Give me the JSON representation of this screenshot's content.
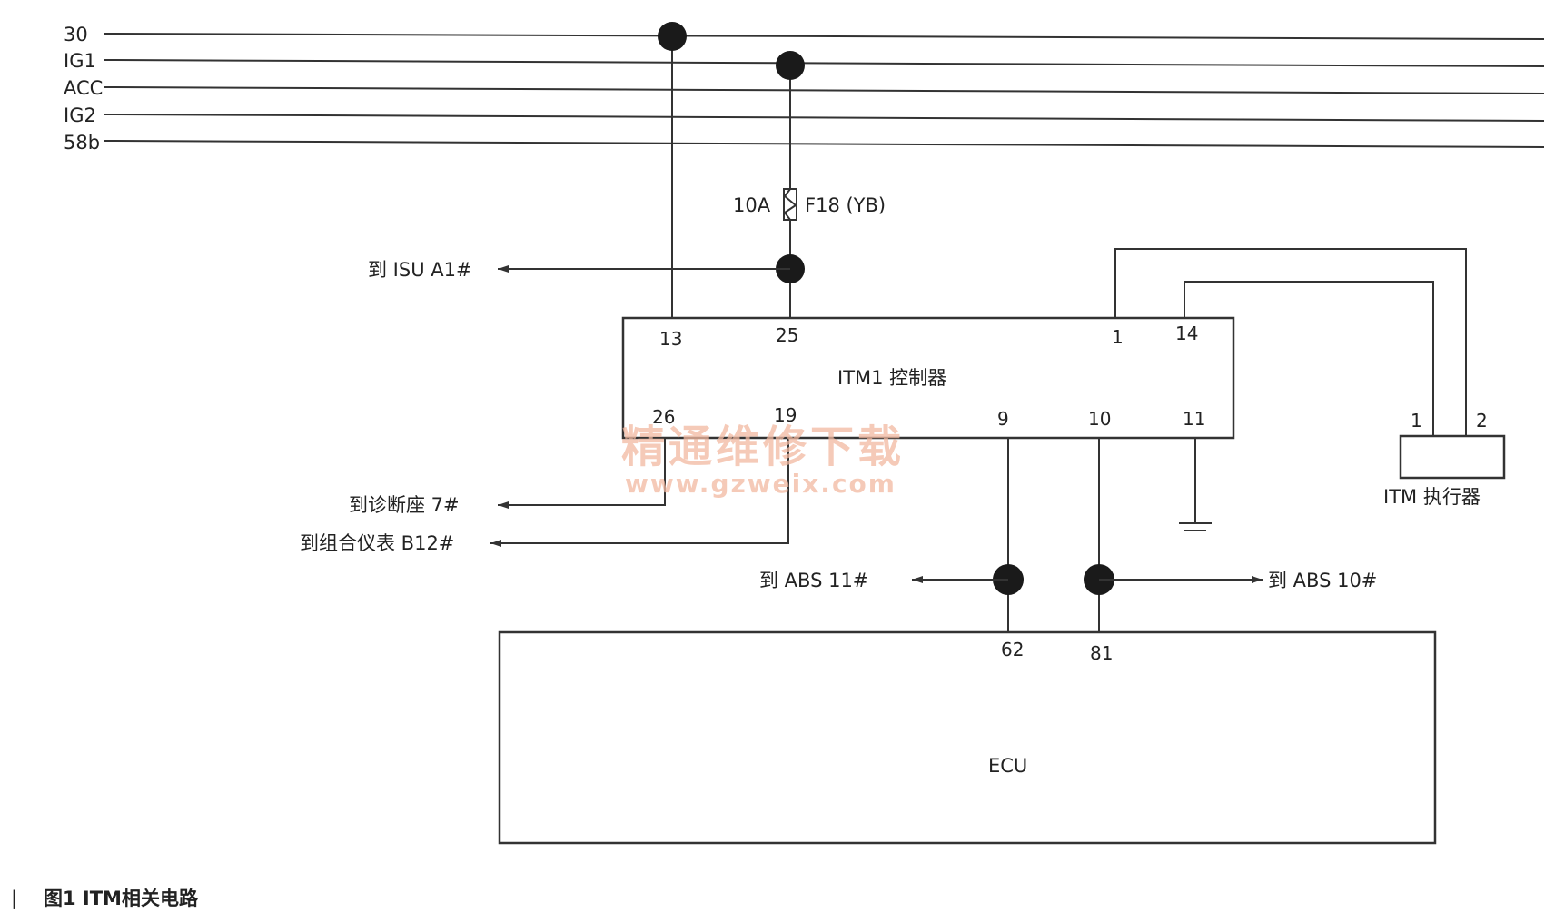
{
  "bus_lines": [
    "30",
    "IG1",
    "ACC",
    "IG2",
    "58b"
  ],
  "fuse": {
    "rating": "10A",
    "label": "F18 (YB)"
  },
  "connections": {
    "isu": "到 ISU A1#",
    "diag": "到诊断座 7#",
    "cluster": "到组合仪表 B12#",
    "abs11": "到 ABS 11#",
    "abs10": "到 ABS 10#"
  },
  "controller": {
    "name": "ITM1 控制器",
    "pins_top": [
      "13",
      "25",
      "1",
      "14"
    ],
    "pins_bottom": [
      "26",
      "19",
      "9",
      "10",
      "11"
    ]
  },
  "actuator": {
    "name": "ITM 执行器",
    "pins": [
      "1",
      "2"
    ]
  },
  "ecu": {
    "name": "ECU",
    "pins": [
      "62",
      "81"
    ]
  },
  "watermark": {
    "title": "精通维修下载",
    "url": "www.gzweix.com"
  },
  "caption": {
    "marker": "|",
    "text": "图1 ITM相关电路"
  }
}
